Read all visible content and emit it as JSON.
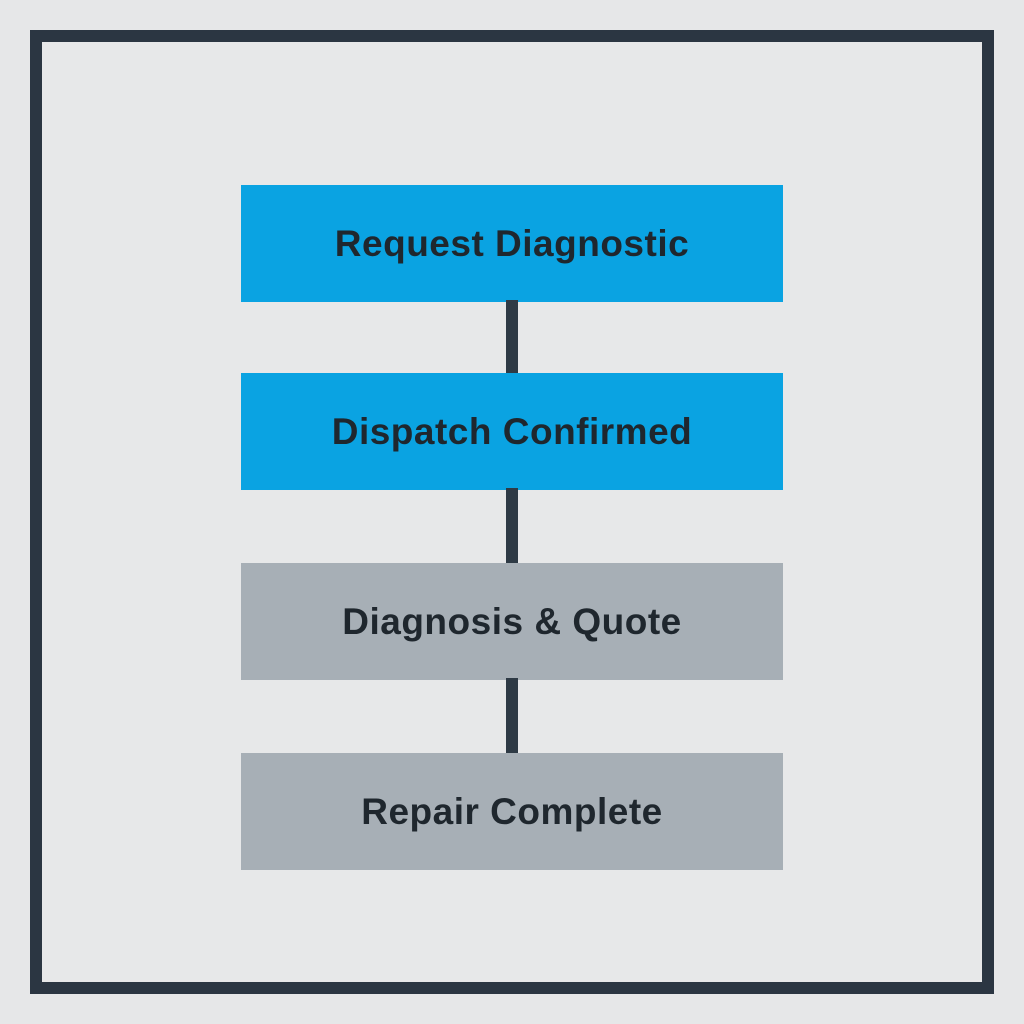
{
  "diagram": {
    "type": "vertical-flowchart",
    "steps": [
      {
        "label": "Request Diagnostic",
        "state": "active",
        "fill": "#0aa3e2"
      },
      {
        "label": "Dispatch Confirmed",
        "state": "active",
        "fill": "#0aa3e2"
      },
      {
        "label": "Diagnosis & Quote",
        "state": "pending",
        "fill": "#a7afb6"
      },
      {
        "label": "Repair Complete",
        "state": "pending",
        "fill": "#a7afb6"
      }
    ],
    "colors": {
      "background": "#e6e7e8",
      "frame_border": "#2b3642",
      "connector": "#2e3a45",
      "text": "#1f272e",
      "active_fill": "#0aa3e2",
      "pending_fill": "#a7afb6"
    }
  }
}
